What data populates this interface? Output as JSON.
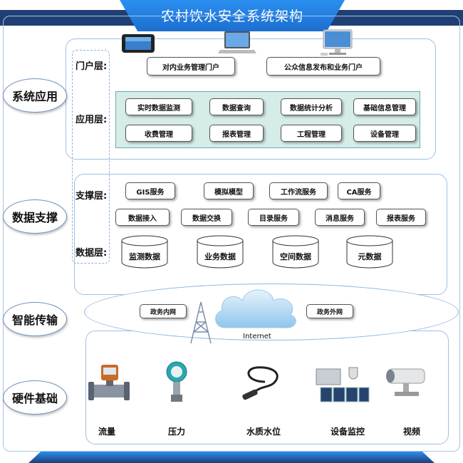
{
  "title": "农村饮水安全系统架构",
  "side_labels": {
    "system_app": "系统应用",
    "data_support": "数据支撑",
    "smart_transmission": "智能传输",
    "hardware": "硬件基础"
  },
  "layers": {
    "portal": "门户层:",
    "application": "应用层:",
    "support": "支撑层:",
    "data": "数据层:"
  },
  "portal_boxes": [
    "对内业务管理门户",
    "公众信息发布和业务门户"
  ],
  "app_boxes": [
    "实时数据监测",
    "数据查询",
    "数据统计分析",
    "基础信息管理",
    "收费管理",
    "报表管理",
    "工程管理",
    "设备管理"
  ],
  "support_boxes": [
    "GIS服务",
    "模拟模型",
    "工作流服务",
    "CA服务",
    "数据接入",
    "数据交换",
    "目录服务",
    "消息服务",
    "报表服务"
  ],
  "data_stores": [
    "监测数据",
    "业务数据",
    "空间数据",
    "元数据"
  ],
  "network": {
    "intranet": "政务内网",
    "extranet": "政务外网",
    "internet": "Internet"
  },
  "devices": [
    "流量",
    "压力",
    "水质水位",
    "设备监控",
    "视频"
  ],
  "icons": [
    "tablet-icon",
    "laptop-icon",
    "desktop-icon",
    "cloud-icon",
    "tower-icon",
    "flowmeter-icon",
    "pressure-sensor-icon",
    "water-probe-icon",
    "monitor-camera-icon",
    "cctv-camera-icon"
  ],
  "colors": {
    "title_bar": "#2a8ff0",
    "band": "#1f3f75",
    "app_panel": "#d5ece9",
    "border": "#9fc0e4"
  }
}
